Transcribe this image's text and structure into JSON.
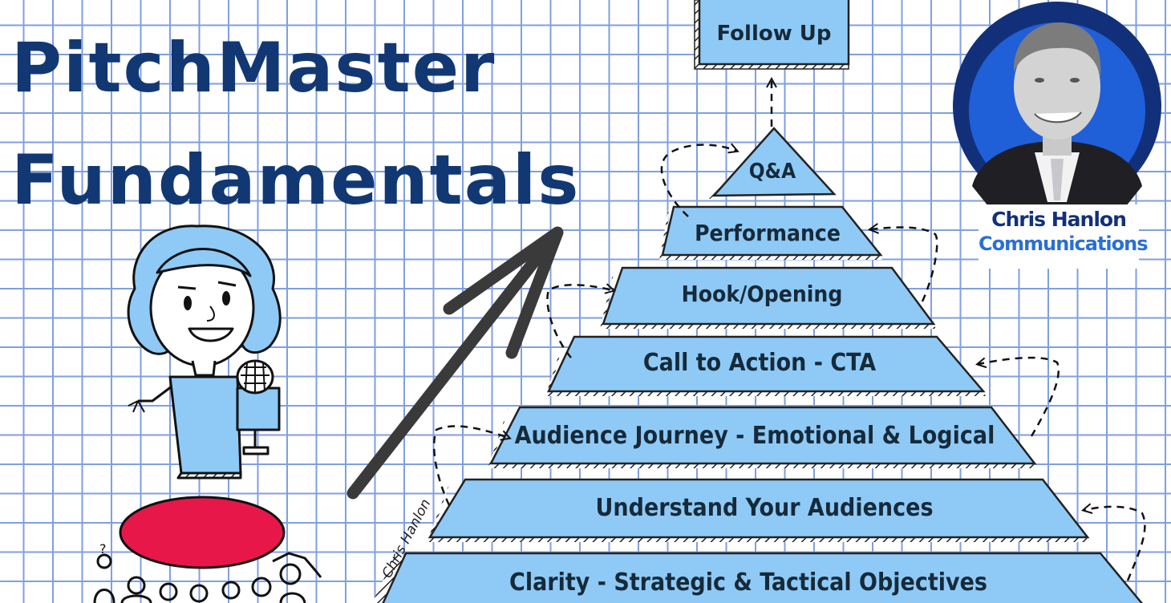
{
  "title": {
    "line1": "PitchMaster",
    "line2": "Fundamentals"
  },
  "pyramid": {
    "top_box": "Follow Up",
    "tiers": [
      "Q&A",
      "Performance",
      "Hook/Opening",
      "Call to Action - CTA",
      "Audience Journey - Emotional & Logical",
      "Understand Your Audiences",
      "Clarity - Strategic & Tactical Objectives"
    ]
  },
  "brand": {
    "name": "Chris Hanlon",
    "subtitle": "Communications"
  },
  "signature": "Chris Hanlon",
  "colors": {
    "title": "#123874",
    "tier_fill": "#8fcaf6",
    "grid": "#7f9fe0",
    "platform": "#e8174a",
    "badge_ring": "#12307a",
    "badge_inner": "#1f5fd8"
  }
}
